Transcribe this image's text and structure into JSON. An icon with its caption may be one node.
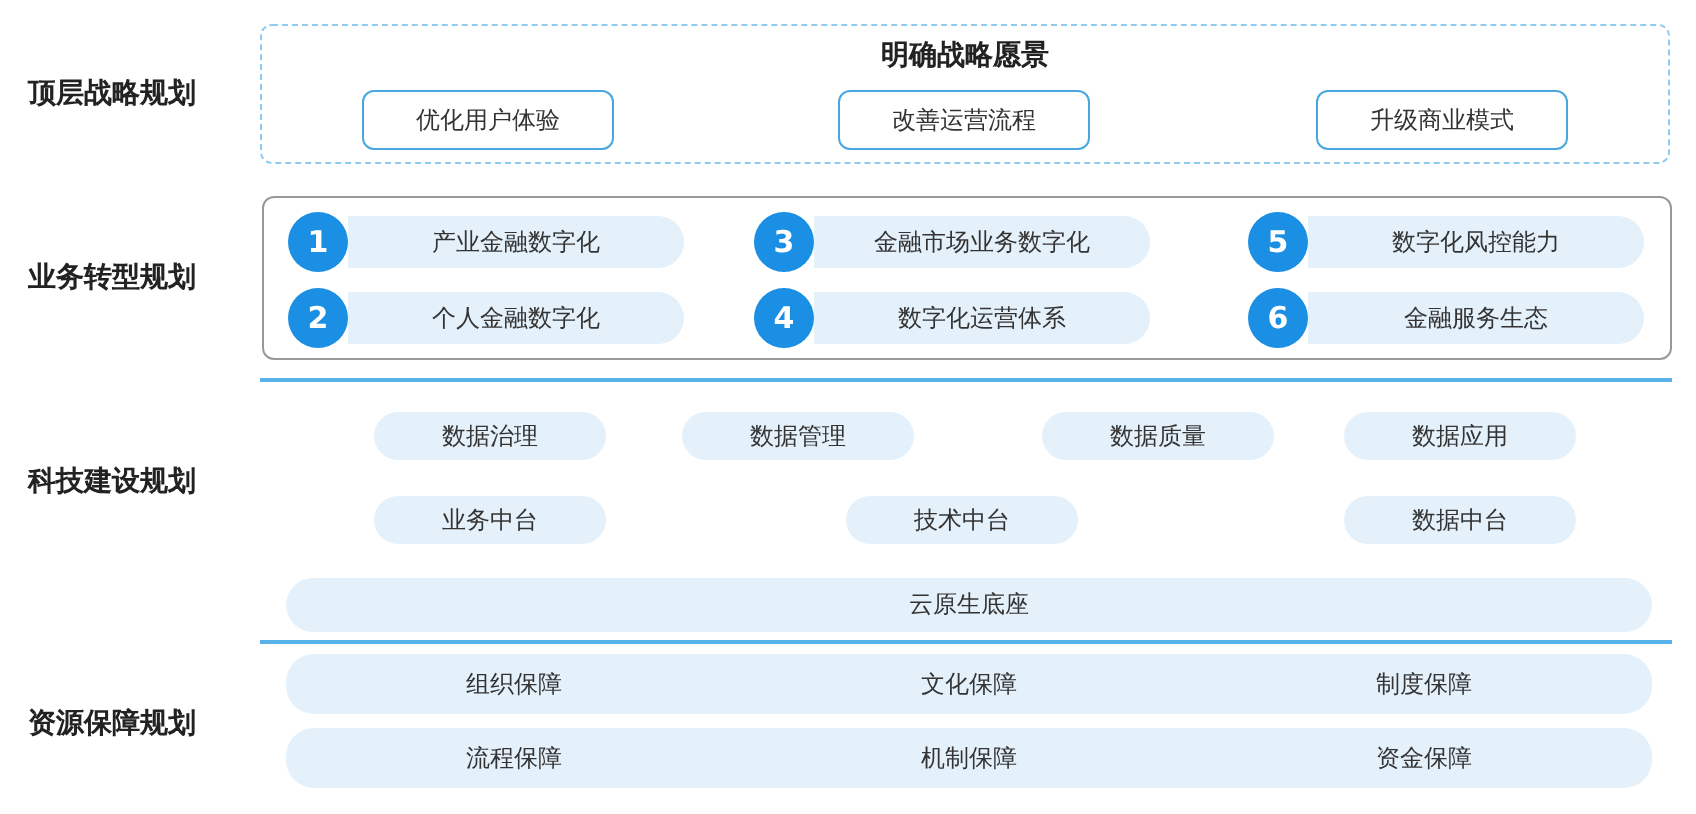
{
  "diagram": {
    "nodes": [
      {
        "text": [
          "明确战略愿景"
        ]
      },
      {
        "text": [
          "优化用户体验"
        ],
        "in": 0
      },
      {
        "text": [
          "改善运营流程"
        ],
        "in": 0
      },
      {
        "text": [
          "升级商业模式"
        ],
        "in": 0
      },
      {
        "text": [],
        "shape": "box"
      },
      {
        "text": [
          "1"
        ],
        "in": 4
      },
      {
        "text": [
          "产业金融数字化"
        ],
        "in": 4
      },
      {
        "text": [
          "3"
        ],
        "in": 4
      },
      {
        "text": [
          "金融市场业务数字化"
        ],
        "in": 4
      },
      {
        "text": [
          "5"
        ],
        "in": 4
      },
      {
        "text": [
          "数字化风控能力"
        ],
        "in": 4
      },
      {
        "text": [
          "2"
        ],
        "in": 4
      },
      {
        "text": [
          "个人金融数字化"
        ],
        "in": 4
      },
      {
        "text": [
          "4"
        ],
        "in": 4
      },
      {
        "text": [
          "数字化运营体系"
        ],
        "in": 4
      },
      {
        "text": [
          "6"
        ],
        "in": 4
      },
      {
        "text": [
          "金融服务生态"
        ],
        "in": 4
      },
      {
        "text": [
          "数据治理"
        ]
      },
      {
        "text": [
          "数据管理"
        ]
      },
      {
        "text": [
          "数据质量"
        ]
      },
      {
        "text": [
          "数据应用"
        ]
      },
      {
        "text": [
          "业务中台"
        ]
      },
      {
        "text": [
          "技术中台"
        ]
      },
      {
        "text": [
          "数据中台"
        ]
      },
      {
        "text": [
          "云原生底座"
        ]
      },
      {
        "text": [
          "组织保障",
          "文化保障",
          "制度保障"
        ]
      },
      {
        "text": [
          "流程保障",
          "机制保障",
          "资金保障"
        ]
      }
    ],
    "edges": [],
    "labels": [
      "顶层战略规划",
      "业务转型规划",
      "科技建设规划",
      "资源保障规划"
    ]
  }
}
